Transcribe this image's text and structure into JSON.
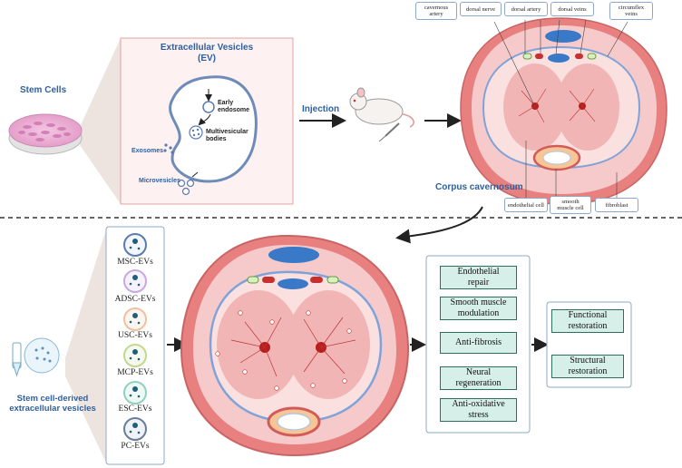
{
  "top": {
    "stem_cells_label": "Stem Cells",
    "ev_title_line1": "Extracellular Vesicles",
    "ev_title_line2": "(EV)",
    "early_endosome_line1": "Early",
    "early_endosome_line2": "endosome",
    "mvb_line1": "Multivesicular",
    "mvb_line2": "bodies",
    "exosomes": "Exosomes",
    "microvesicles": "Microvesicles",
    "injection": "Injection",
    "corpus_cavernosum": "Corpus cavernosum"
  },
  "callouts": {
    "cavernous_artery_l1": "cavernous",
    "cavernous_artery_l2": "artery",
    "dorsal_nerve": "dorsal nerve",
    "dorsal_artery": "dorsal artery",
    "dorsal_veins": "dorsal veins",
    "circumflex_l1": "circumflex",
    "circumflex_l2": "veins",
    "endothelial_cell": "endothelial cell",
    "smooth_l1": "smooth",
    "smooth_l2": "muscle cell",
    "fibroblast": "fibroblast"
  },
  "bottom": {
    "sc_ev_line1": "Stem cell-derived",
    "sc_ev_line2": "extracellular vesicles",
    "ev_types": [
      "MSC-EVs",
      "ADSC-EVs",
      "USC-EVs",
      "MCP-EVs",
      "ESC-EVs",
      "PC-EVs"
    ],
    "effects": [
      {
        "l1": "Endothelial",
        "l2": "repair"
      },
      {
        "l1": "Smooth muscle",
        "l2": "modulation"
      },
      {
        "l1": "Anti-fibrosis",
        "l2": ""
      },
      {
        "l1": "Neural",
        "l2": "regeneration"
      },
      {
        "l1": "Anti-oxidative",
        "l2": "stress"
      }
    ],
    "outcomes": [
      {
        "l1": "Functional",
        "l2": "restoration"
      },
      {
        "l1": "Structural",
        "l2": "restoration"
      }
    ]
  },
  "colors": {
    "accent_blue": "#2f5f9e",
    "effect_fill": "#d7efe9",
    "effect_border": "#2e6f5c",
    "tissue_pink": "#f2b5b5",
    "tunica_red": "#e88080"
  }
}
